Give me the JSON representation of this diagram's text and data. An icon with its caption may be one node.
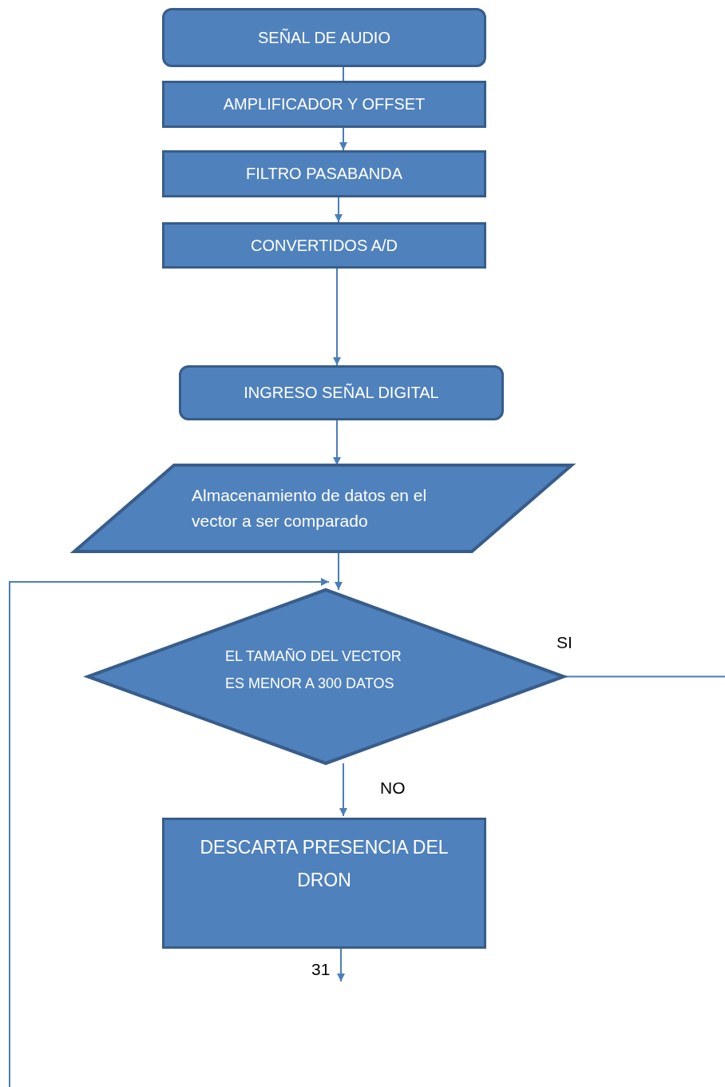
{
  "diagram": {
    "nodes": [
      {
        "text": [
          "SEÑAL DE AUDIO"
        ]
      },
      {
        "text": [
          "AMPLIFICADOR Y OFFSET"
        ]
      },
      {
        "text": [
          "FILTRO PASABANDA"
        ]
      },
      {
        "text": [
          "CONVERTIDOS A/D"
        ]
      },
      {
        "text": [
          "INGRESO SEÑAL DIGITAL"
        ]
      },
      {
        "text": [
          "Almacenamiento de datos en el vector a ser comparado"
        ]
      },
      {
        "text": [
          "EL TAMAÑO DEL VECTOR ES MENOR A 300 DATOS"
        ]
      },
      {
        "text": [
          "DESCARTA PRESENCIA DEL DRON"
        ]
      }
    ],
    "edges": [
      {
        "from": 0,
        "to": 1,
        "arrow": "none"
      },
      {
        "from": 1,
        "to": 2,
        "arrow": "to"
      },
      {
        "from": 2,
        "to": 3,
        "arrow": "to"
      },
      {
        "from": 3,
        "to": 4,
        "arrow": "to"
      },
      {
        "from": 4,
        "to": 5,
        "arrow": "to"
      },
      {
        "from": 5,
        "to": 6,
        "arrow": "to"
      },
      {
        "from": 6,
        "to": null,
        "arrow": "none",
        "label": "SI"
      },
      {
        "from": 6,
        "to": 7,
        "arrow": "to",
        "label": "NO"
      },
      {
        "from": 7,
        "to": null,
        "arrow": "to",
        "label": "31"
      },
      {
        "from": null,
        "to": 6,
        "arrow": "to"
      }
    ]
  }
}
